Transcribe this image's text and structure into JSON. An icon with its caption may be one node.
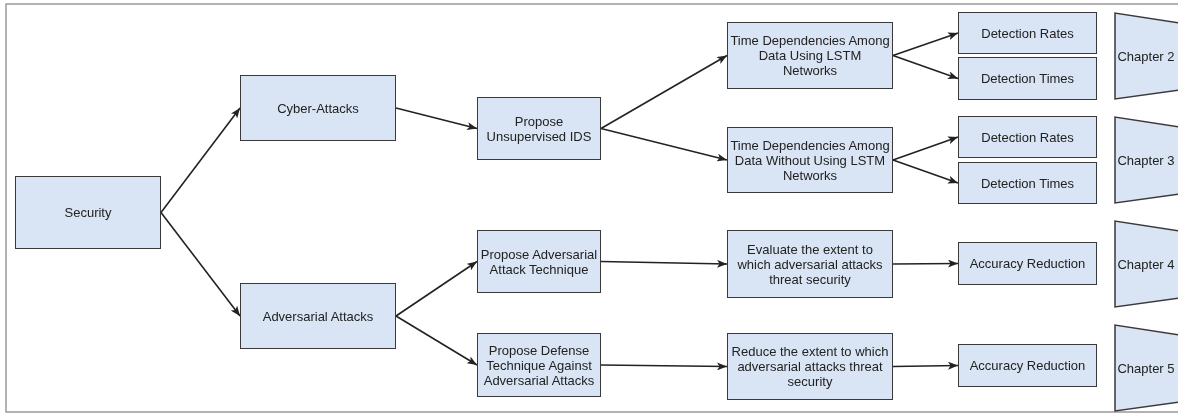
{
  "diagram": {
    "nodes": [
      {
        "text": [
          "Security"
        ]
      },
      {
        "text": [
          "Cyber-Attacks"
        ]
      },
      {
        "text": [
          "Adversarial Attacks"
        ]
      },
      {
        "text": [
          "Propose Unsupervised IDS"
        ]
      },
      {
        "text": [
          "Time Dependencies Among Data Using LSTM Networks"
        ]
      },
      {
        "text": [
          "Time Dependencies Among Data Without Using LSTM Networks"
        ]
      },
      {
        "text": [
          "Detection Rates"
        ]
      },
      {
        "text": [
          "Detection Times"
        ]
      },
      {
        "text": [
          "Chapter 2"
        ]
      },
      {
        "text": [
          "Detection Rates"
        ]
      },
      {
        "text": [
          "Detection Times"
        ]
      },
      {
        "text": [
          "Chapter 3"
        ]
      },
      {
        "text": [
          "Propose Adversarial Attack Technique"
        ]
      },
      {
        "text": [
          "Propose Defense Technique Against Adversarial Attacks"
        ]
      },
      {
        "text": [
          "Evaluate the extent to which adversarial attacks threat security"
        ]
      },
      {
        "text": [
          "Accuracy Reduction"
        ]
      },
      {
        "text": [
          "Chapter 4"
        ]
      },
      {
        "text": [
          "Reduce the extent to which adversarial attacks threat security"
        ]
      },
      {
        "text": [
          "Accuracy Reduction"
        ]
      },
      {
        "text": [
          "Chapter 5"
        ]
      }
    ],
    "edges": [
      {
        "from": 0,
        "to": 1,
        "arrow": "to"
      },
      {
        "from": 0,
        "to": 2,
        "arrow": "to"
      },
      {
        "from": 1,
        "to": 3,
        "arrow": "to"
      },
      {
        "from": 3,
        "to": 4,
        "arrow": "to"
      },
      {
        "from": 3,
        "to": 5,
        "arrow": "to"
      },
      {
        "from": 4,
        "to": 6,
        "arrow": "to"
      },
      {
        "from": 4,
        "to": 7,
        "arrow": "to"
      },
      {
        "from": 5,
        "to": 9,
        "arrow": "to"
      },
      {
        "from": 5,
        "to": 10,
        "arrow": "to"
      },
      {
        "from": 2,
        "to": 12,
        "arrow": "to"
      },
      {
        "from": 2,
        "to": 13,
        "arrow": "to"
      },
      {
        "from": 12,
        "to": 14,
        "arrow": "to"
      },
      {
        "from": 14,
        "to": 15,
        "arrow": "to"
      },
      {
        "from": 13,
        "to": 17,
        "arrow": "to"
      },
      {
        "from": 17,
        "to": 18,
        "arrow": "to"
      }
    ]
  }
}
